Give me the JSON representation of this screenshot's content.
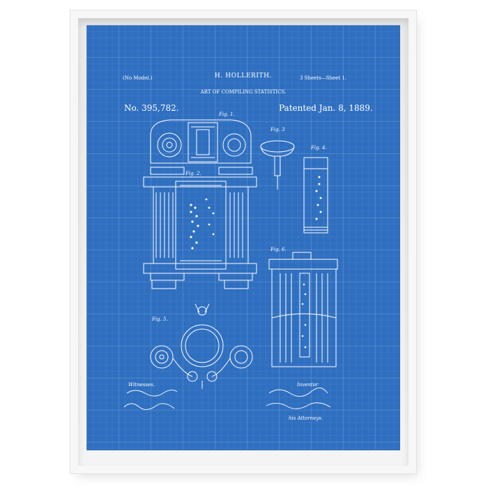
{
  "header": {
    "model_note": "(No Model.)",
    "inventor_name": "H. HOLLERITH.",
    "sheet_info": "3 Sheets—Sheet 1.",
    "invention_title": "ART OF COMPILING STATISTICS.",
    "patent_number": "No. 395,782.",
    "patent_date": "Patented Jan. 8, 1889."
  },
  "figures": {
    "fig1": "Fig. 1.",
    "fig2": "Fig. 2.",
    "fig3": "Fig. 3",
    "fig4": "Fig. 4.",
    "fig5": "Fig. 5.",
    "fig6": "Fig. 6."
  },
  "footer": {
    "witnesses_label": "Witnesses.",
    "inventor_label": "Inventor",
    "attorneys_label": "his Attorneys."
  },
  "colors": {
    "blueprint": "#2f6fc0",
    "ink": "#ffffff",
    "frame": "#f7f7f7"
  }
}
